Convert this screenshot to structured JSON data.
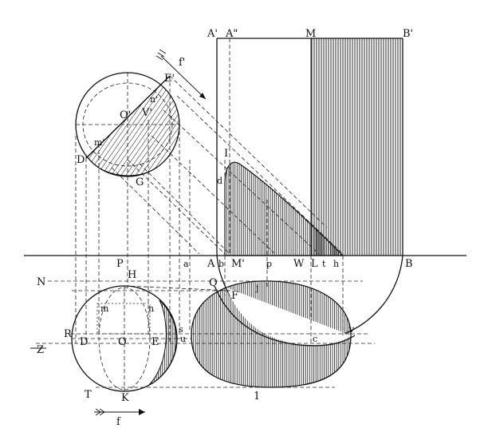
{
  "labels": {
    "A_prime": "A'",
    "A_dprime": "A\"",
    "M": "M",
    "B_prime": "B'",
    "f_prime": "f'",
    "E_prime": "E'",
    "n_prime": "n'",
    "O_prime": "O'",
    "V_prime": "V'",
    "m_prime": "m'",
    "D_prime": "D'",
    "G": "G",
    "I": "I",
    "d": "d",
    "P": "P",
    "a": "a",
    "A": "A",
    "b": "b",
    "M_prime": "M'",
    "p": "p",
    "W": "W",
    "L": "L",
    "t": "t",
    "h": "h",
    "B": "B",
    "N": "N",
    "H": "H",
    "Q": "Q",
    "j": "j",
    "F": "F",
    "m": "m",
    "n": "n",
    "R": "R",
    "D": "D",
    "O": "O",
    "E": "E",
    "s": "s",
    "u": "u",
    "c": "c",
    "v": "v",
    "Z": "Z",
    "T": "T",
    "K": "K",
    "one": "1",
    "f": "f"
  },
  "colors": {
    "ink": "#111111",
    "paper": "#ffffff"
  }
}
